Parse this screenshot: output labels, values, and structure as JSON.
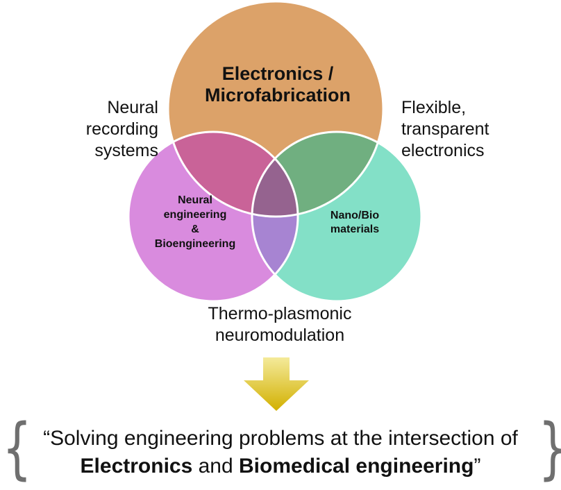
{
  "circles": {
    "top": {
      "label_line1": "Electronics /",
      "label_line2": "Microfabrication",
      "color": "#DCA269"
    },
    "left": {
      "label_line1": "Neural",
      "label_line2": "engineering",
      "label_line3": "&",
      "label_line4": "Bioengineering",
      "color": "#D98BDE"
    },
    "right": {
      "label_line1": "Nano/Bio",
      "label_line2": "materials",
      "color": "#83E0C7"
    },
    "overlap_colors": {
      "top_left": "#C96398",
      "top_right": "#70AF80",
      "left_right": "#A784D2",
      "center": "#95638F"
    }
  },
  "annotations": {
    "top_left": {
      "line1": "Neural recording",
      "line2": "systems"
    },
    "top_right": {
      "line1": "Flexible, transparent",
      "line2": "electronics"
    },
    "bottom": {
      "line1": "Thermo-plasmonic",
      "line2": "neuromodulation"
    }
  },
  "arrow": {
    "icon": "down-arrow-icon",
    "color_top": "#F4EA9A",
    "color_bottom": "#D2B000"
  },
  "quote": {
    "line1": "“Solving engineering problems at the intersection of",
    "bold1": "Electronics",
    "and": " and ",
    "bold2": "Biomedical engineering",
    "close": "”",
    "left_brace": "{",
    "right_brace": "}"
  }
}
